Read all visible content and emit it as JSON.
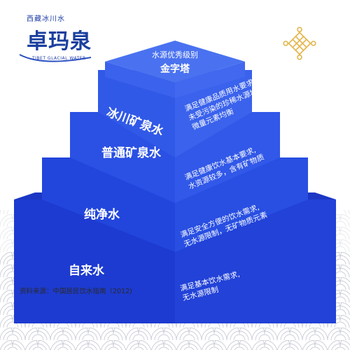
{
  "logo": {
    "top_line": "西藏冰川水",
    "brand": "卓玛泉",
    "sub_line": "TIBET GLACIAL WATER",
    "registered_mark": "®",
    "knot_icon": "endless-knot-icon"
  },
  "pyramid": {
    "summit": {
      "line1": "水源优秀级别",
      "line2": "金字塔"
    },
    "tiers": [
      {
        "label": "冰川矿泉水",
        "description": "满足健康品质用水要求\n未受污染的珍稀水源地\n微量元素均衡"
      },
      {
        "label": "普通矿泉水",
        "description": "满足健康饮水基本要求,\n水资源较多，含有矿物质"
      },
      {
        "label": "纯净水",
        "description": "满足安全方便的饮水需求,\n无水源限制，无矿物质元素"
      },
      {
        "label": "自来水",
        "description": "满足基本饮水需求,\n无水源限制"
      }
    ]
  },
  "source_note": "资料来源：中国居民饮水指南（2012)",
  "colors": {
    "brand_blue": "#1a3f9e",
    "pyramid_top": "#2f57e6",
    "pyramid_bottom": "#1a34c9",
    "wave_lines": "#c9ccd6",
    "knot_gold": "#e2b54a"
  }
}
